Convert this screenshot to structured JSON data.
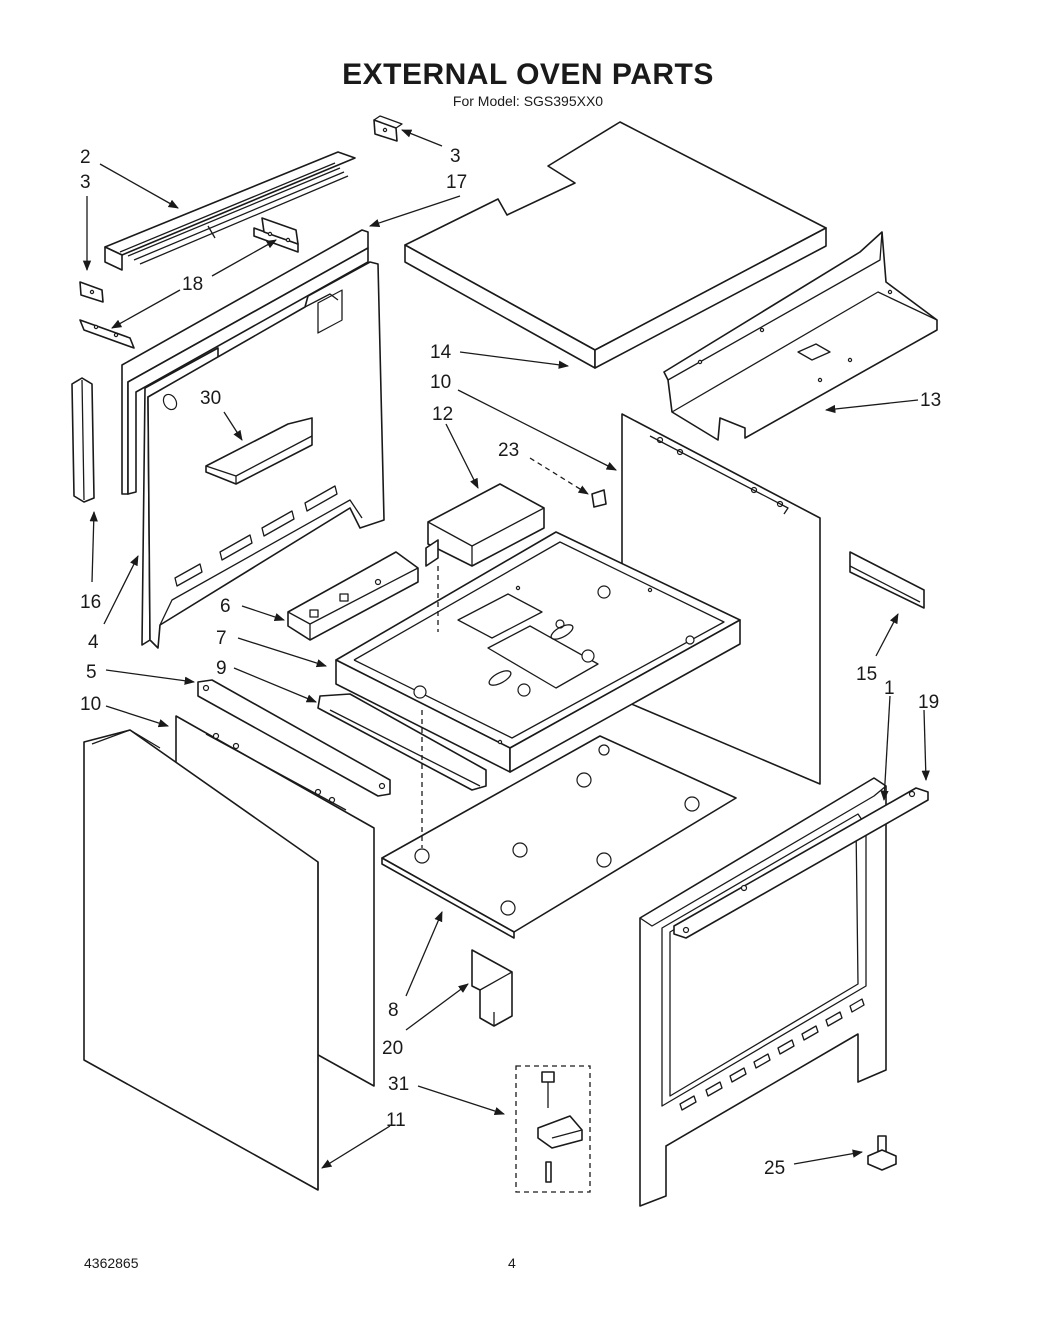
{
  "title": "EXTERNAL OVEN PARTS",
  "subtitle": "For Model: SGS395XX0",
  "footer": {
    "doc_number": "4362865",
    "page_number": "4"
  },
  "callouts": [
    "2",
    "3",
    "3",
    "17",
    "18",
    "14",
    "13",
    "10",
    "30",
    "12",
    "23",
    "16",
    "4",
    "6",
    "7",
    "5",
    "9",
    "10",
    "15",
    "1",
    "19",
    "8",
    "20",
    "31",
    "11",
    "25"
  ]
}
